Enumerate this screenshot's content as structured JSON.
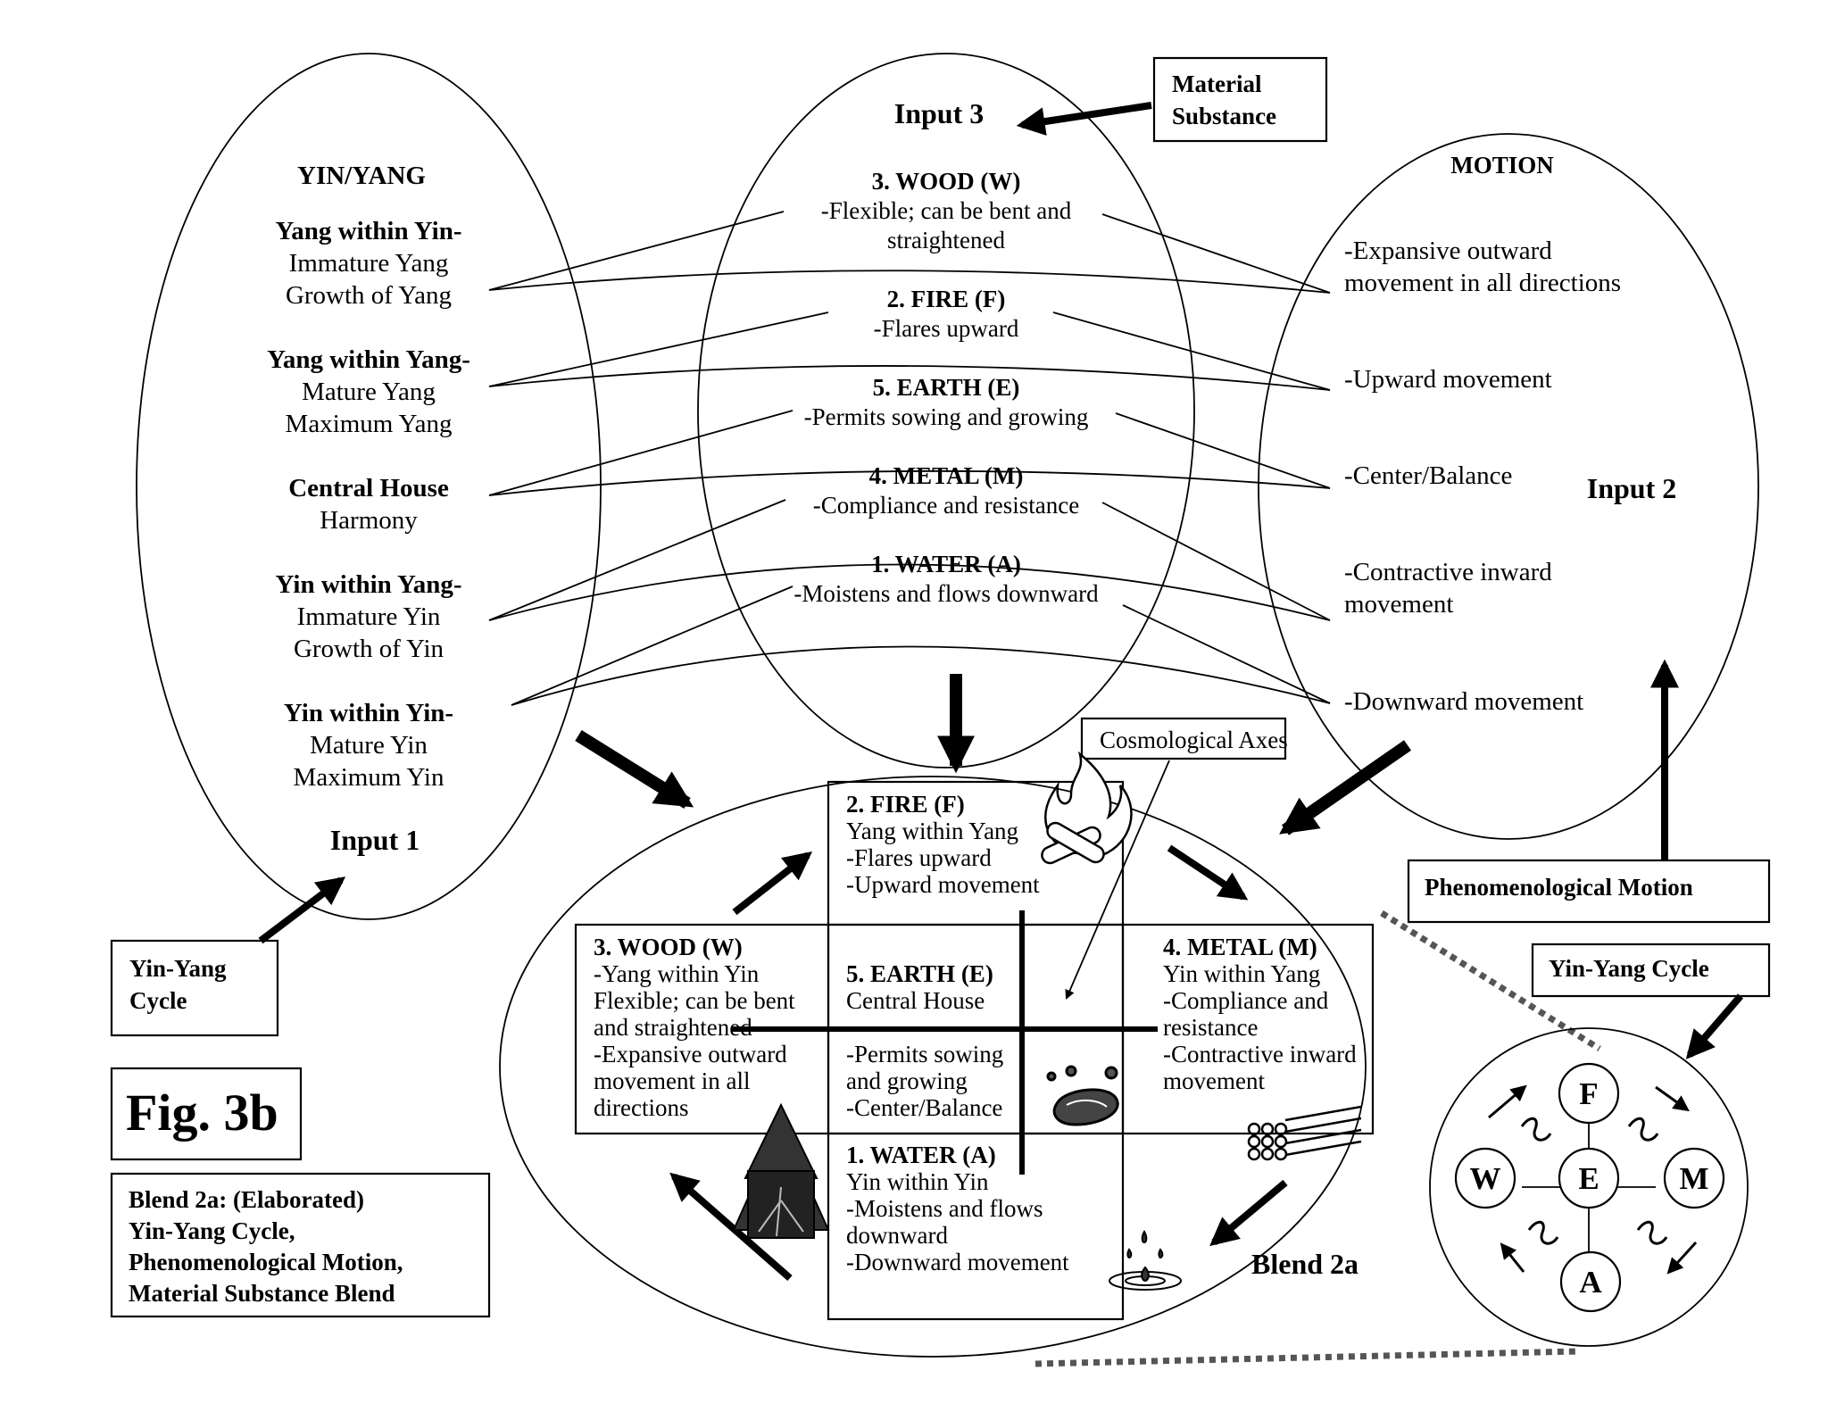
{
  "figure_label": "Fig. 3b",
  "caption": [
    "Blend 2a: (Elaborated)",
    "Yin-Yang Cycle,",
    "Phenomenological Motion,",
    "Material Substance Blend"
  ],
  "input1": {
    "heading": "YIN/YANG",
    "label": "Input 1",
    "entries": [
      {
        "title": "Yang within Yin-",
        "lines": [
          "Immature Yang",
          "Growth of Yang"
        ]
      },
      {
        "title": "Yang within Yang-",
        "lines": [
          "Mature Yang",
          "Maximum Yang"
        ]
      },
      {
        "title": "Central House",
        "lines": [
          "Harmony"
        ]
      },
      {
        "title": "Yin within Yang-",
        "lines": [
          "Immature Yin",
          "Growth of Yin"
        ]
      },
      {
        "title": "Yin within Yin-",
        "lines": [
          "Mature Yin",
          "Maximum Yin"
        ]
      }
    ]
  },
  "input2": {
    "heading": "MOTION",
    "label": "Input 2",
    "entries": [
      [
        "-Expansive outward",
        "movement in all directions"
      ],
      [
        "-Upward movement"
      ],
      [
        "-Center/Balance"
      ],
      [
        "-Contractive inward",
        "movement"
      ],
      [
        "-Downward movement"
      ]
    ]
  },
  "input3": {
    "label": "Input 3",
    "entries": [
      {
        "title": "3. WOOD (W)",
        "lines": [
          "-Flexible; can be bent and",
          "straightened"
        ]
      },
      {
        "title": "2. FIRE (F)",
        "lines": [
          "-Flares upward"
        ]
      },
      {
        "title": "5. EARTH (E)",
        "lines": [
          "-Permits sowing and growing"
        ]
      },
      {
        "title": "4. METAL (M)",
        "lines": [
          "-Compliance and resistance"
        ]
      },
      {
        "title": "1. WATER (A)",
        "lines": [
          "-Moistens and flows downward"
        ]
      }
    ]
  },
  "boxes": {
    "material_substance": [
      "Material",
      "Substance"
    ],
    "yin_yang_cycle_left": [
      "Yin-Yang",
      "Cycle"
    ],
    "phenomenological_motion": "Phenomenological Motion",
    "yin_yang_cycle_right": "Yin-Yang Cycle",
    "cosmological_axes": "Cosmological Axes"
  },
  "blend": {
    "label": "Blend 2a",
    "fire": {
      "title": "2. FIRE (F)",
      "lines": [
        "Yang within Yang",
        "-Flares upward",
        "-Upward movement"
      ]
    },
    "wood": {
      "title": "3. WOOD (W)",
      "lines": [
        "-Yang within Yin",
        "Flexible; can be bent",
        "and straightened",
        "-Expansive outward",
        "movement in all",
        "directions"
      ]
    },
    "earth": {
      "title": "5. EARTH (E)",
      "lines": [
        "Central House",
        "",
        "-Permits sowing",
        "and growing",
        "-Center/Balance"
      ]
    },
    "metal": {
      "title": "4. METAL (M)",
      "lines": [
        "Yin within Yang",
        "-Compliance and",
        "resistance",
        "-Contractive inward",
        "movement"
      ]
    },
    "water": {
      "title": "1. WATER (A)",
      "lines": [
        "Yin within Yin",
        "-Moistens and flows",
        "downward",
        "-Downward movement"
      ]
    }
  },
  "cycle": {
    "top": "F",
    "left": "W",
    "center": "E",
    "right": "M",
    "bottom": "A"
  },
  "icons": [
    "fire-icon",
    "tree-icon",
    "rock-icon",
    "metal-bundle-icon",
    "water-drop-icon"
  ]
}
